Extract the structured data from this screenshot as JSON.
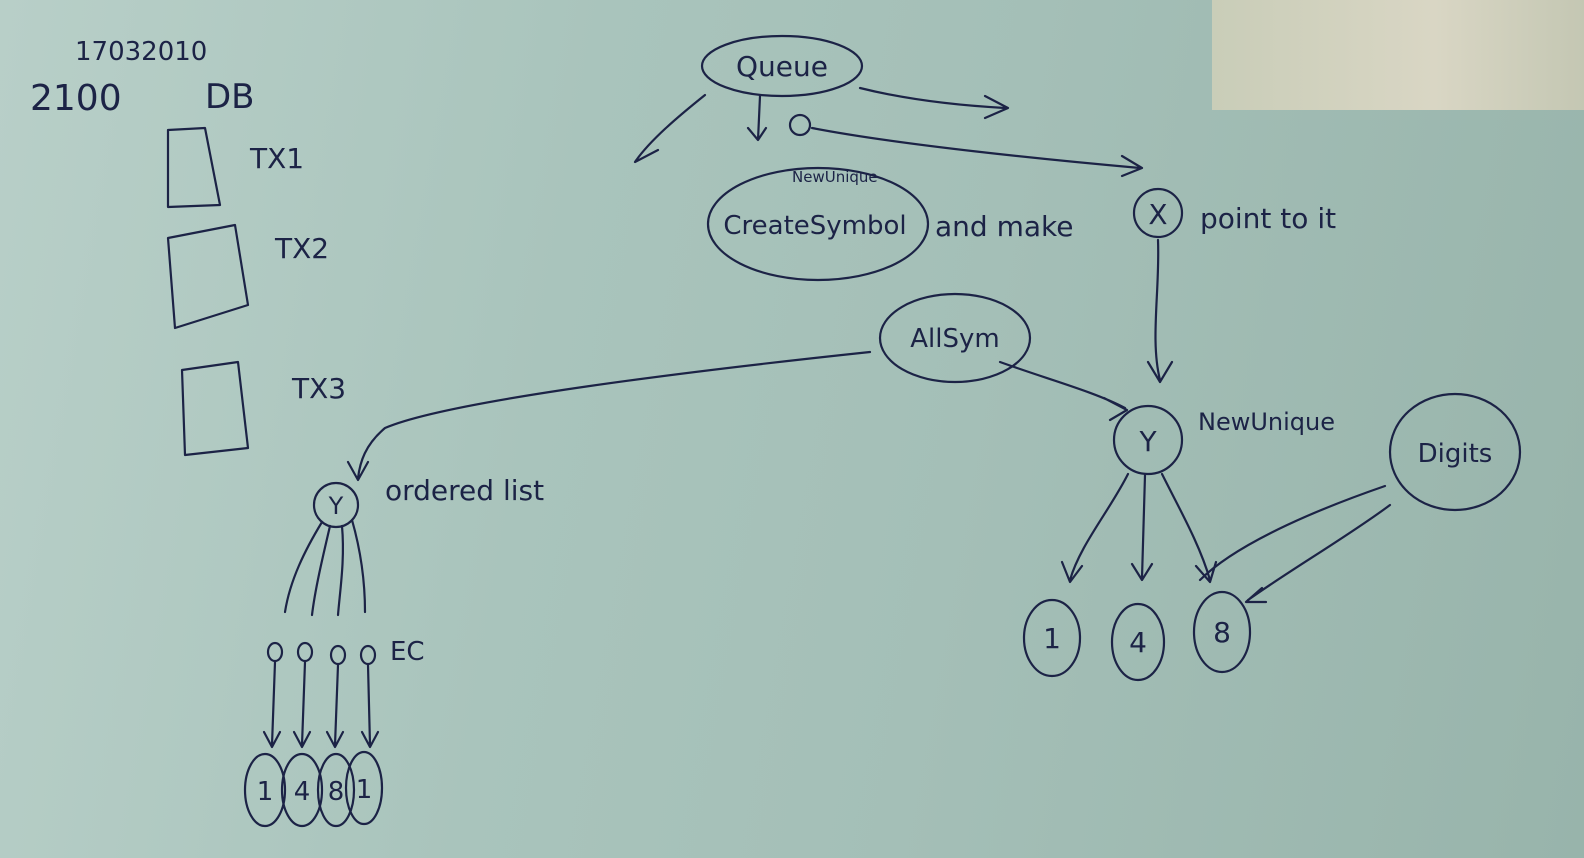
{
  "header": {
    "date": "17032010",
    "time": "2100",
    "db": "DB"
  },
  "transactions": [
    "TX1",
    "TX2",
    "TX3"
  ],
  "top_flow": {
    "queue": "Queue",
    "new_unique_small": "NewUnique",
    "create_symbol": "CreateSymbol",
    "and_make": "and make",
    "x_node": "X",
    "point_to_it": "point to it"
  },
  "all_sym": "AllSym",
  "right_tree": {
    "y_node": "Y",
    "new_unique": "NewUnique",
    "digits": "Digits",
    "children": [
      "1",
      "4",
      "8"
    ]
  },
  "left_tree": {
    "y_node": "Y",
    "ordered_list": "ordered list",
    "ec": "EC",
    "children": [
      "1",
      "4",
      "8",
      "1"
    ]
  },
  "ink_color": "#1c2346"
}
